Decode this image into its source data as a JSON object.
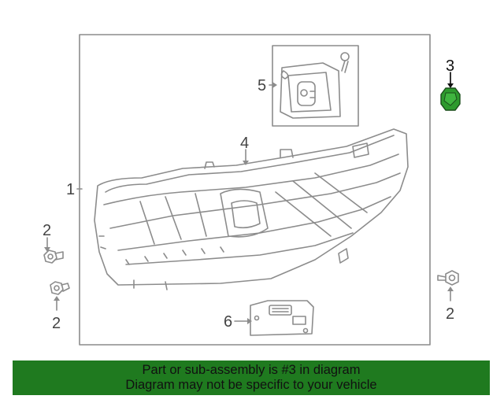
{
  "diagram": {
    "callouts": {
      "headlamp": "1",
      "bolt_left_top": "2",
      "bolt_left_bottom": "2",
      "bolt_right": "2",
      "highlighted_part": "3",
      "bulb_socket": "4",
      "control_module": "5",
      "ballast": "6"
    },
    "colors": {
      "line": "#8c8c8c",
      "highlight": "#2e9a2e",
      "banner": "#1f7a1f"
    }
  },
  "banner": {
    "line1": "Part or sub-assembly is #3 in diagram",
    "line2": "Diagram may not be specific to your vehicle"
  }
}
